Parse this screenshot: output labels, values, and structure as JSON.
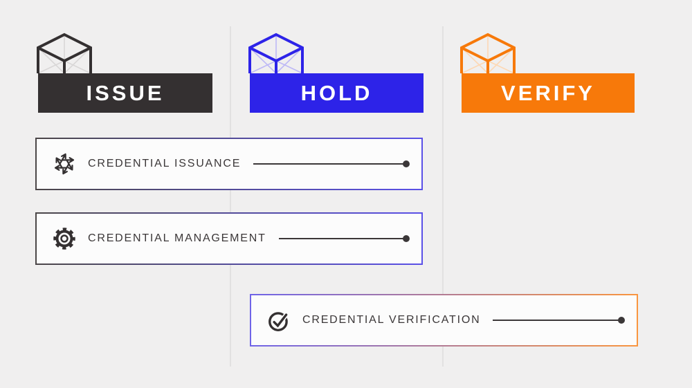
{
  "page": {
    "background_color": "#f0efef",
    "divider_color": "#e2e1e1"
  },
  "columns": [
    {
      "label": "ISSUE",
      "bar_color": "#343031",
      "cube_edge_color": "#343031",
      "cube_inner_color": "#d9d7d7"
    },
    {
      "label": "HOLD",
      "bar_color": "#2d23e8",
      "cube_edge_color": "#2d23e8",
      "cube_inner_color": "#bdb8f6"
    },
    {
      "label": "VERIFY",
      "bar_color": "#f7790a",
      "cube_edge_color": "#f7790a",
      "cube_inner_color": "#fdd8b4"
    }
  ],
  "cards": [
    {
      "label": "CREDENTIAL ISSUANCE",
      "icon": "aperture-icon",
      "border_gradient_from": "#4b4647",
      "border_gradient_to": "#5a50e8"
    },
    {
      "label": "CREDENTIAL MANAGEMENT",
      "icon": "gear-icon",
      "border_gradient_from": "#4b4647",
      "border_gradient_to": "#5a50e8"
    },
    {
      "label": "CREDENTIAL VERIFICATION",
      "icon": "check-circle-icon",
      "border_gradient_from": "#6f64e8",
      "border_gradient_to": "#f9953f"
    }
  ],
  "styles": {
    "card_background": "#fcfcfc",
    "card_text_color": "#3b3738",
    "connector_color": "#3b3738",
    "bar_text_color": "#ffffff"
  }
}
